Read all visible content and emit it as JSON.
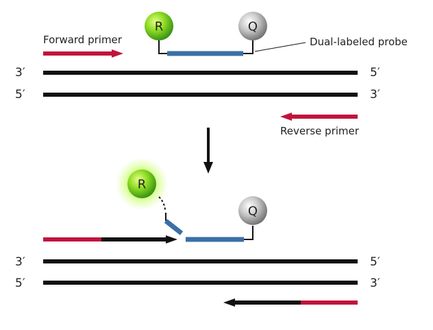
{
  "labels": {
    "forward_primer": "Forward primer",
    "reverse_primer": "Reverse primer",
    "probe": "Dual-labeled probe",
    "reporter": "R",
    "quencher": "Q",
    "end_3": "3′",
    "end_5": "5′"
  },
  "colors": {
    "primer": "#c0143c",
    "probe": "#3a6fa6",
    "dna": "#111111",
    "reporter": "#6cc21c",
    "quencher": "#8a8a8a"
  },
  "icons": {
    "process_arrow": "arrow-down-icon"
  }
}
